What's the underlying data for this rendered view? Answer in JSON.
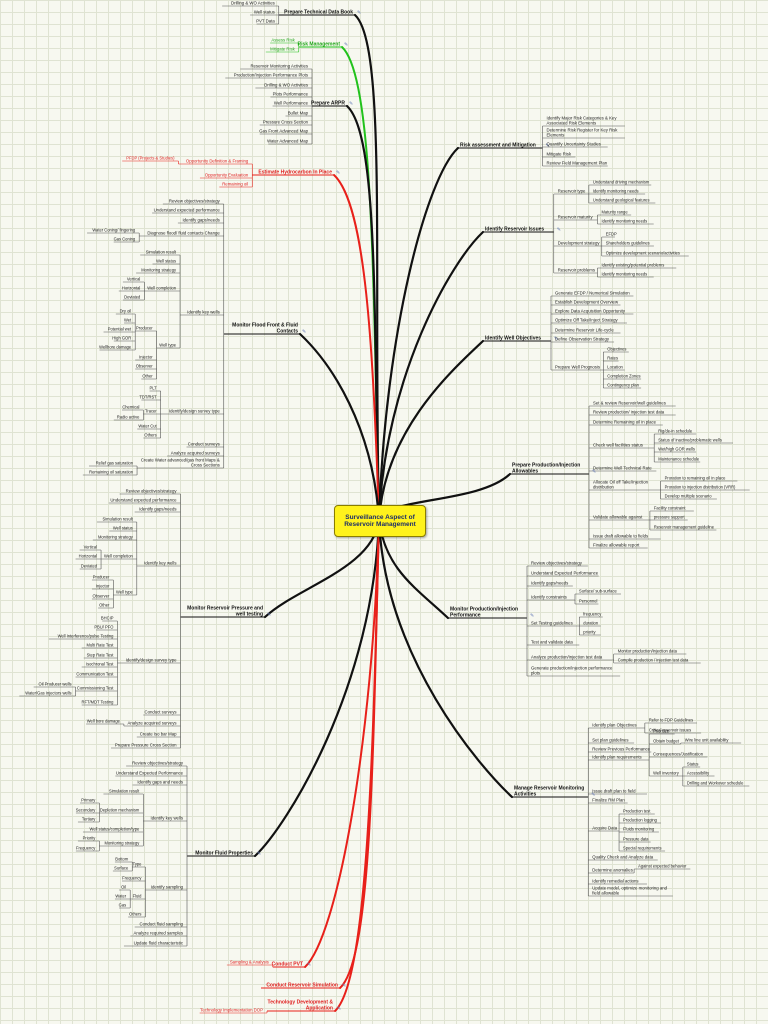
{
  "central_topic": "Surveillance Aspect of Reservoir Management",
  "colors": {
    "black": "#111111",
    "red": "#e8201a",
    "green": "#22c21c",
    "red_text": "#e02020",
    "green_text": "#22a61c",
    "leaf_text": "#222222"
  },
  "branches": [
    {
      "id": "b0",
      "label": "Prepare Technical Data Book",
      "side": "left",
      "color": "black",
      "children": [
        {
          "label": "Drilling & WO Activities"
        },
        {
          "label": "Well status"
        },
        {
          "label": "PVT Data"
        }
      ]
    },
    {
      "id": "b1",
      "label": "Risk Management",
      "side": "left",
      "color": "green",
      "children": [
        {
          "label": "Assess Risk"
        },
        {
          "label": "Mitigate Risk"
        }
      ]
    },
    {
      "id": "b2",
      "label": "Prepare ARPR",
      "side": "left",
      "color": "black",
      "children": [
        {
          "label": "Reservoir Monitoring Activities"
        },
        {
          "label": "Production/Injection Performance Plots"
        },
        {
          "label": "Drilling & WO Activities"
        },
        {
          "label": "Plots Performance"
        },
        {
          "label": "Well Performance"
        },
        {
          "label": "Bullet Map"
        },
        {
          "label": "Pressure Cross Section"
        },
        {
          "label": "Gas Front Advanced Map"
        },
        {
          "label": "Water Advanced Map"
        }
      ]
    },
    {
      "id": "b3",
      "label": "Estimate Hydrocarbon In Place",
      "side": "left",
      "color": "red",
      "children": [
        {
          "label": "Opportunity Definition & Framing",
          "children": [
            {
              "label": "PFDP (Projects & Studies)"
            }
          ]
        },
        {
          "label": "Opportunity Evaluation"
        },
        {
          "label": "Remaining oil"
        }
      ]
    },
    {
      "id": "b4",
      "label": "Monitor Flood Front & Fluid Contacts",
      "side": "left",
      "color": "black",
      "children": [
        {
          "label": "Review objectives/strategy"
        },
        {
          "label": "Understand expected performance"
        },
        {
          "label": "Identify gaps/needs"
        },
        {
          "label": "Diagnose flood/ fluid contacts Change",
          "children": [
            {
              "label": "Water Coning/ fingering"
            },
            {
              "label": "Gas Coning"
            }
          ]
        },
        {
          "label": "Identify key wells",
          "children": [
            {
              "label": "Simulation result"
            },
            {
              "label": "Well status"
            },
            {
              "label": "Monitoring strategy"
            },
            {
              "label": "Well completion",
              "children": [
                {
                  "label": "Vertical"
                },
                {
                  "label": "Horizontal"
                },
                {
                  "label": "Deviated"
                }
              ]
            },
            {
              "label": "Well type",
              "children": [
                {
                  "label": "Producer",
                  "children": [
                    {
                      "label": "Dry oil"
                    },
                    {
                      "label": "Wet"
                    },
                    {
                      "label": "Potential wet"
                    },
                    {
                      "label": "High GOR"
                    },
                    {
                      "label": "Wellbore damage"
                    }
                  ]
                },
                {
                  "label": "Injector"
                },
                {
                  "label": "Observer"
                },
                {
                  "label": "Other"
                }
              ]
            }
          ]
        },
        {
          "label": "Identify/design survey type",
          "children": [
            {
              "label": "PLT"
            },
            {
              "label": "TDT/RST"
            },
            {
              "label": "Tracer",
              "children": [
                {
                  "label": "Chemical"
                },
                {
                  "label": "Radio active"
                }
              ]
            },
            {
              "label": "Water Cut"
            },
            {
              "label": "Others"
            }
          ]
        },
        {
          "label": "Conduct surveys"
        },
        {
          "label": "Analyze acquired surveys"
        },
        {
          "label": "Create Water advanced/gas front Maps & Cross Sections",
          "children": [
            {
              "label": "Relief gas saturation"
            },
            {
              "label": "Remaining oil saturation"
            }
          ]
        }
      ]
    },
    {
      "id": "b5",
      "label": "Monitor Reservoir Pressure and well testing",
      "side": "left",
      "color": "black",
      "children": [
        {
          "label": "Review objectives/strategy"
        },
        {
          "label": "Understand expected performance"
        },
        {
          "label": "Identify gaps/needs"
        },
        {
          "label": "Identify key wells",
          "children": [
            {
              "label": "Simulation result"
            },
            {
              "label": "Well status"
            },
            {
              "label": "Monitoring strategy"
            },
            {
              "label": "Well completion",
              "children": [
                {
                  "label": "Vertical"
                },
                {
                  "label": "Horizontal"
                },
                {
                  "label": "Deviated"
                }
              ]
            },
            {
              "label": "Well type",
              "children": [
                {
                  "label": "Producer"
                },
                {
                  "label": "Injector"
                },
                {
                  "label": "Observer"
                },
                {
                  "label": "Other"
                }
              ]
            }
          ]
        },
        {
          "label": "Identify/design survey type",
          "children": [
            {
              "label": "BHCIP"
            },
            {
              "label": "PBU/ PFO"
            },
            {
              "label": "Well Interference/pulse Testing"
            },
            {
              "label": "Multi Rate Test"
            },
            {
              "label": "Step Rate Test"
            },
            {
              "label": "Isochronal Test"
            },
            {
              "label": "Communication Test"
            },
            {
              "label": "Commissioning Test",
              "children": [
                {
                  "label": "Oil Producer wells"
                },
                {
                  "label": "Water/Gas Injectors wells"
                }
              ]
            },
            {
              "label": "RFT/MDT Testing"
            }
          ]
        },
        {
          "label": "Conduct surveys"
        },
        {
          "label": "Analyze acquired surveys",
          "children": [
            {
              "label": "Well bore damage"
            }
          ]
        },
        {
          "label": "Create Iso bar Map"
        },
        {
          "label": "Prepare Pressure Cross Section"
        }
      ]
    },
    {
      "id": "b6",
      "label": "Monitor Fluid Properties",
      "side": "left",
      "color": "black",
      "children": [
        {
          "label": "Review objectives/strategy"
        },
        {
          "label": "Understand Expected Performance"
        },
        {
          "label": "Identify gaps and needs"
        },
        {
          "label": "Identify key wells",
          "children": [
            {
              "label": "Simulation result"
            },
            {
              "label": "Depletion mechanism",
              "children": [
                {
                  "label": "Primary"
                },
                {
                  "label": "Secondary"
                },
                {
                  "label": "Tertiary"
                }
              ]
            },
            {
              "label": "Well status/completion/type"
            },
            {
              "label": "Monitoring strategy",
              "children": [
                {
                  "label": "Priority"
                },
                {
                  "label": "Frequency"
                }
              ]
            }
          ]
        },
        {
          "label": "Identify sampling",
          "children": [
            {
              "label": "Type",
              "children": [
                {
                  "label": "Bottom"
                },
                {
                  "label": "Surface"
                }
              ]
            },
            {
              "label": "Frequency"
            },
            {
              "label": "Fluid",
              "children": [
                {
                  "label": "Oil"
                },
                {
                  "label": "Water"
                },
                {
                  "label": "Gas"
                }
              ]
            },
            {
              "label": "Others"
            }
          ]
        },
        {
          "label": "Conduct fluid sampling"
        },
        {
          "label": "Analyze required samples"
        },
        {
          "label": "Update fluid characteristic"
        }
      ]
    },
    {
      "id": "b7",
      "label": "Conduct PVT",
      "side": "left",
      "color": "red",
      "children": [
        {
          "label": "Sampling & Analysis"
        }
      ]
    },
    {
      "id": "b8",
      "label": "Conduct Reservoir Simulation",
      "side": "left",
      "color": "red",
      "children": []
    },
    {
      "id": "b9",
      "label": "Technology Development & Application",
      "side": "left",
      "color": "red",
      "children": [
        {
          "label": "Technology Implementation DOP"
        }
      ]
    },
    {
      "id": "b10",
      "label": "Risk assessment and Mitigation",
      "side": "right",
      "color": "black",
      "children": [
        {
          "label": "Identify Major Risk Categories & Key Associated Risk Elements"
        },
        {
          "label": "Determine Risk Register for Key Risk Elements"
        },
        {
          "label": "Quantify Uncertainty Studies"
        },
        {
          "label": "Mitigate Risk"
        },
        {
          "label": "Review Field Management Plan"
        }
      ]
    },
    {
      "id": "b11",
      "label": "Identify Reservoir Issues",
      "side": "right",
      "color": "black",
      "children": [
        {
          "label": "Reservoir type",
          "children": [
            {
              "label": "Understand driving mechanism"
            },
            {
              "label": "Identify monitoring needs"
            },
            {
              "label": "Understand geological features"
            }
          ]
        },
        {
          "label": "Reservoir maturity",
          "children": [
            {
              "label": "Maturity range"
            },
            {
              "label": "Identify monitoring needs"
            }
          ]
        },
        {
          "label": "Development strategy",
          "children": [
            {
              "label": "EFDP"
            },
            {
              "label": "Shareholders guidelines"
            },
            {
              "label": "Optimize development scenario/activities"
            }
          ]
        },
        {
          "label": "Reservoir problems",
          "children": [
            {
              "label": "Identify existing/potential problems"
            },
            {
              "label": "Identify monitoring needs"
            }
          ]
        }
      ]
    },
    {
      "id": "b12",
      "label": "Identify Well Objectives",
      "side": "right",
      "color": "black",
      "children": [
        {
          "label": "Generate EFDP / Numerical Simulation"
        },
        {
          "label": "Establish Development Overview"
        },
        {
          "label": "Explore Data Acquisition Opportunity"
        },
        {
          "label": "Optimize Off Take/Inject Strategy"
        },
        {
          "label": "Determine Reservoir Life-cycle"
        },
        {
          "label": "Define Observation Strategy"
        },
        {
          "label": "Prepare Well Prognosis",
          "children": [
            {
              "label": "Objectives"
            },
            {
              "label": "Rates"
            },
            {
              "label": "Location"
            },
            {
              "label": "Completion Zones"
            },
            {
              "label": "Contingency plan"
            }
          ]
        }
      ]
    },
    {
      "id": "b13",
      "label": "Prepare Production/Injection Allowables",
      "side": "right",
      "color": "black",
      "children": [
        {
          "label": "Set & review Reservoir/well guidelines"
        },
        {
          "label": "Review production/ injection test data"
        },
        {
          "label": "Determine Remaining oil in place"
        },
        {
          "label": "Check well facilities status",
          "children": [
            {
              "label": "Rig/de-in schedule"
            },
            {
              "label": "Status of inactive/problematic wells"
            },
            {
              "label": "Wet/high GOR wells"
            },
            {
              "label": "Maintenance schedule"
            }
          ]
        },
        {
          "label": "Determine Well Technical Rate"
        },
        {
          "label": "Allocate Oil off Take/Injection distribution",
          "children": [
            {
              "label": "Proration to remaining oil in place"
            },
            {
              "label": "Proration to injection distribution (VRR)"
            },
            {
              "label": "Develop multiple scenario"
            }
          ]
        },
        {
          "label": "Validate allowable against",
          "children": [
            {
              "label": "Facility constraint"
            },
            {
              "label": "pressure support"
            },
            {
              "label": "Reservoir management guideline"
            }
          ]
        },
        {
          "label": "Issue draft allowable to fields"
        },
        {
          "label": "Finalize allowable report"
        }
      ]
    },
    {
      "id": "b14",
      "label": "Monitor Production/Injection Performance",
      "side": "right",
      "color": "black",
      "children": [
        {
          "label": "Review objectives/strategy"
        },
        {
          "label": "Understand Expected Performance"
        },
        {
          "label": "Identify gaps/needs"
        },
        {
          "label": "Identify constraints",
          "children": [
            {
              "label": "Surface/ sub-surface"
            },
            {
              "label": "Personnel"
            }
          ]
        },
        {
          "label": "Set Testing guidelines",
          "children": [
            {
              "label": "frequency"
            },
            {
              "label": "duration"
            },
            {
              "label": "priority"
            }
          ]
        },
        {
          "label": "Test and validate data"
        },
        {
          "label": "Analyze production/injection test data",
          "children": [
            {
              "label": "Monitor production/injection data"
            },
            {
              "label": "Compile production / injection test data"
            }
          ]
        },
        {
          "label": "Generate production/injection performance plots"
        }
      ]
    },
    {
      "id": "b15",
      "label": "Manage Reservoir Monitoring Activities",
      "side": "right",
      "color": "black",
      "children": [
        {
          "label": "Identify plan Objectives",
          "children": [
            {
              "label": "Refer to FDP Guidelines"
            },
            {
              "label": "Critical reservoir issues"
            }
          ]
        },
        {
          "label": "Set plan guidelines"
        },
        {
          "label": "Review Previous Performance"
        },
        {
          "label": "Identify plan requirements",
          "children": [
            {
              "label": "Prioritize"
            },
            {
              "label": "Obtain budget",
              "children": [
                {
                  "label": "Wire line unit availability"
                }
              ]
            },
            {
              "label": "Consequences/Justification"
            },
            {
              "label": "Well inventory",
              "children": [
                {
                  "label": "Status"
                },
                {
                  "label": "Accessibility"
                },
                {
                  "label": "Drilling and Workover schedule"
                }
              ]
            }
          ]
        },
        {
          "label": "Issue draft plan to field"
        },
        {
          "label": "Finalize RM Plan"
        },
        {
          "label": "Acquire Data",
          "children": [
            {
              "label": "Production test"
            },
            {
              "label": "Production logging"
            },
            {
              "label": "Fluids monitoring"
            },
            {
              "label": "Pressure data"
            },
            {
              "label": "Special requirements"
            }
          ]
        },
        {
          "label": "Quality Check and Analyze data"
        },
        {
          "label": "Determine anomalies",
          "children": [
            {
              "label": "Against expected behavior"
            }
          ]
        },
        {
          "label": "Identify remedial actions"
        },
        {
          "label": "Update model, optimize monitoring and field allowable"
        }
      ]
    }
  ]
}
